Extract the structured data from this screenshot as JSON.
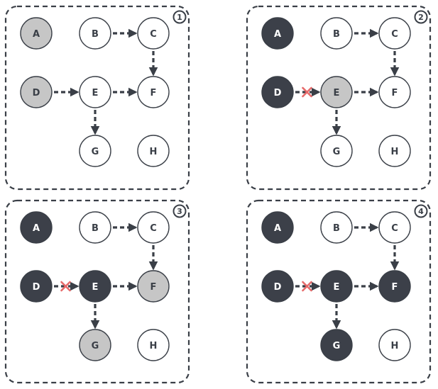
{
  "colors": {
    "done": "#3c4049",
    "active": "#c6c6c6",
    "idle": "#ffffff",
    "stroke": "#3a3f47",
    "cross": "#e66a6a",
    "text_dark": "#3a3f47",
    "text_light": "#ffffff"
  },
  "node_labels": {
    "A": "A",
    "B": "B",
    "C": "C",
    "D": "D",
    "E": "E",
    "F": "F",
    "G": "G",
    "H": "H"
  },
  "edges": [
    {
      "from": "B",
      "to": "C"
    },
    {
      "from": "C",
      "to": "F"
    },
    {
      "from": "D",
      "to": "E"
    },
    {
      "from": "E",
      "to": "F"
    },
    {
      "from": "E",
      "to": "G"
    }
  ],
  "panels": [
    {
      "step": "1",
      "states": {
        "A": "active",
        "B": "idle",
        "C": "idle",
        "D": "active",
        "E": "idle",
        "F": "idle",
        "G": "idle",
        "H": "idle"
      },
      "removed_edges": []
    },
    {
      "step": "2",
      "states": {
        "A": "done",
        "B": "idle",
        "C": "idle",
        "D": "done",
        "E": "active",
        "F": "idle",
        "G": "idle",
        "H": "idle"
      },
      "removed_edges": [
        "D-E"
      ]
    },
    {
      "step": "3",
      "states": {
        "A": "done",
        "B": "idle",
        "C": "idle",
        "D": "done",
        "E": "done",
        "F": "active",
        "G": "active",
        "H": "idle"
      },
      "removed_edges": [
        "D-E"
      ]
    },
    {
      "step": "4",
      "states": {
        "A": "done",
        "B": "idle",
        "C": "idle",
        "D": "done",
        "E": "done",
        "F": "done",
        "G": "done",
        "H": "idle"
      },
      "removed_edges": [
        "D-E"
      ]
    }
  ]
}
